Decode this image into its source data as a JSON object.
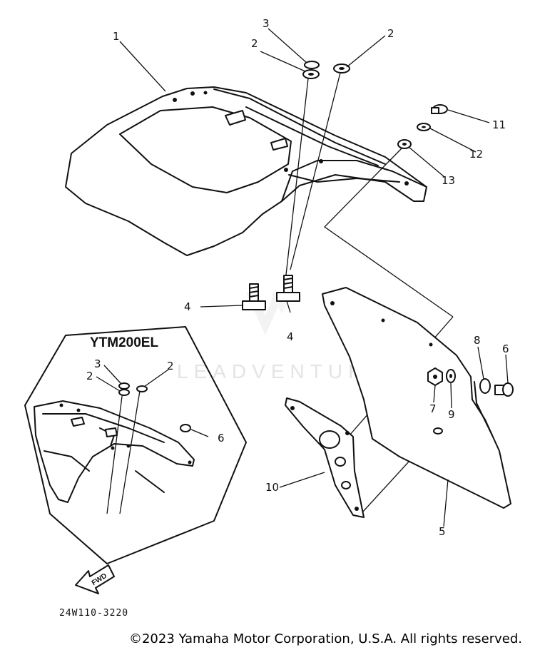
{
  "diagram": {
    "inset_title": "YTM200EL",
    "part_code": "24W110-3220",
    "fwd_label": "FWD",
    "watermark": "LEADVENTURE",
    "callouts": {
      "c1": "1",
      "c2a": "2",
      "c2b": "2",
      "c3": "3",
      "c4a": "4",
      "c4b": "4",
      "c5": "5",
      "c6": "6",
      "c7": "7",
      "c8": "8",
      "c9": "9",
      "c10": "10",
      "c11": "11",
      "c12": "12",
      "c13": "13",
      "i2a": "2",
      "i2b": "2",
      "i3": "3",
      "i6": "6"
    }
  },
  "footer": {
    "copyright": "©2023 Yamaha Motor Corporation, U.S.A. All rights reserved."
  }
}
